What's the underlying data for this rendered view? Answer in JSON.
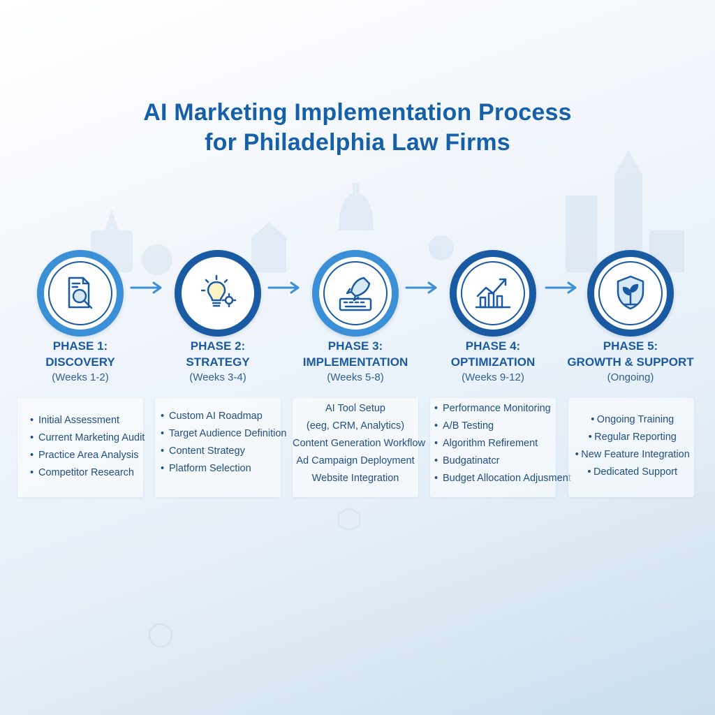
{
  "title": {
    "line1": "AI Marketing Implementation Process",
    "line2": "for Philadelphia Law Firms"
  },
  "colors": {
    "title": "#1560a8",
    "ring_light": "#3a8fd6",
    "ring_dark": "#1a5aa3",
    "arrow": "#3a8fd6"
  },
  "phases": [
    {
      "label": "PHASE 1:",
      "name": "DISCOVERY",
      "weeks": "(Weeks 1-2)",
      "icon": "document-magnifier-icon",
      "items": [
        "Initial Assessment",
        "Current Marketing Audit",
        "Practice Area Analysis",
        "Competitor Research"
      ]
    },
    {
      "label": "PHASE 2:",
      "name": "STRATEGY",
      "weeks": "(Weeks 3-4)",
      "icon": "lightbulb-gear-icon",
      "items": [
        "Custom AI Roadmap",
        "Target Audience Definition",
        "Content Strategy",
        "Platform Selection"
      ]
    },
    {
      "label": "PHASE 3:",
      "name": "IMPLEMENTATION",
      "weeks": "(Weeks 5-8)",
      "icon": "rocket-keyboard-icon",
      "items": [
        "AI Tool Setup",
        "(eeg, CRM, Analytics)",
        "Content Generation Workflow",
        "Ad Campaign Deployment",
        "Website Integration"
      ]
    },
    {
      "label": "PHASE 4:",
      "name": "OPTIMIZATION",
      "weeks": "(Weeks 9-12)",
      "icon": "growth-chart-icon",
      "items": [
        "Performance Monitoring",
        "A/B Testing",
        "Algorithm Refirement",
        "Budgatinatcr",
        "Budget Allocation Adjusment"
      ]
    },
    {
      "label": "PHASE 5:",
      "name": "GROWTH & SUPPORT",
      "weeks": "(Ongoing)",
      "icon": "shield-plant-icon",
      "items": [
        "Ongoing Training",
        "Regular Reporting",
        "New Feature Integration",
        "Dedicated Support"
      ]
    }
  ]
}
